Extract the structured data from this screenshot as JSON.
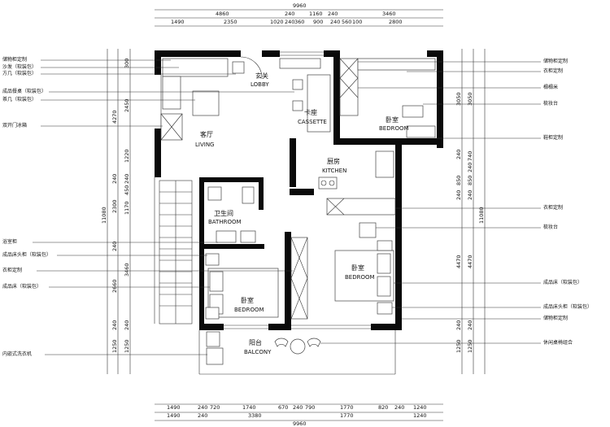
{
  "dims": {
    "top_total": "9960",
    "top_row1": [
      "4860",
      "240",
      "1160",
      "240",
      "3460"
    ],
    "top_row2": [
      "1490",
      "2350",
      "1020",
      "240",
      "360",
      "900",
      "240",
      "560",
      "100",
      "2800"
    ],
    "bottom_row1": [
      "1490",
      "240",
      "720",
      "1740",
      "670",
      "240",
      "790",
      "1770",
      "820",
      "240",
      "1240"
    ],
    "bottom_row2": [
      "1490",
      "240",
      "3380",
      "1770",
      "1240"
    ],
    "bottom_total": "9960",
    "left_total": "11080",
    "left_col1": [
      "4270",
      "240",
      "2300",
      "240",
      "2660",
      "240",
      "1250"
    ],
    "left_col2": [
      "300",
      "2450",
      "1220",
      "240",
      "450",
      "1170",
      "3460",
      "240",
      "1250"
    ],
    "right_total": "11080",
    "right_col1": [
      "3050",
      "240",
      "850",
      "240",
      "4470",
      "240",
      "1250"
    ],
    "right_col2": [
      "3050",
      "740",
      "240",
      "850",
      "240",
      "4470",
      "240",
      "1250"
    ]
  },
  "rooms": [
    {
      "zh": "玄关",
      "en": "LOBBY"
    },
    {
      "zh": "客厅",
      "en": "LIVING"
    },
    {
      "zh": "卡座",
      "en": "CASSETTE"
    },
    {
      "zh": "卧室",
      "en": "BEDROOM"
    },
    {
      "zh": "厨房",
      "en": "KITCHEN"
    },
    {
      "zh": "卫生间",
      "en": "BATHROOM"
    },
    {
      "zh": "卧室",
      "en": "BEDROOM"
    },
    {
      "zh": "卧室",
      "en": "BEDROOM"
    },
    {
      "zh": "阳台",
      "en": "BALCONY"
    }
  ],
  "left_notes": [
    "储物柜定制",
    "沙发（软装包）",
    "方几（软装包）",
    "成品餐桌（软装包）",
    "茶几（软装包）",
    "双开门冰箱",
    "浴室柜",
    "成品床头柜（软装包）",
    "衣柜定制",
    "成品床（软装包）",
    "内嵌式洗衣机"
  ],
  "right_notes": [
    "储物柜定制",
    "衣柜定制",
    "榻榻米",
    "梳妆台",
    "鞋柜定制",
    "衣柜定制",
    "梳妆台",
    "成品床（软装包）",
    "成品床头柜（软装包）",
    "储物柜定制",
    "休闲桌椅组合"
  ]
}
